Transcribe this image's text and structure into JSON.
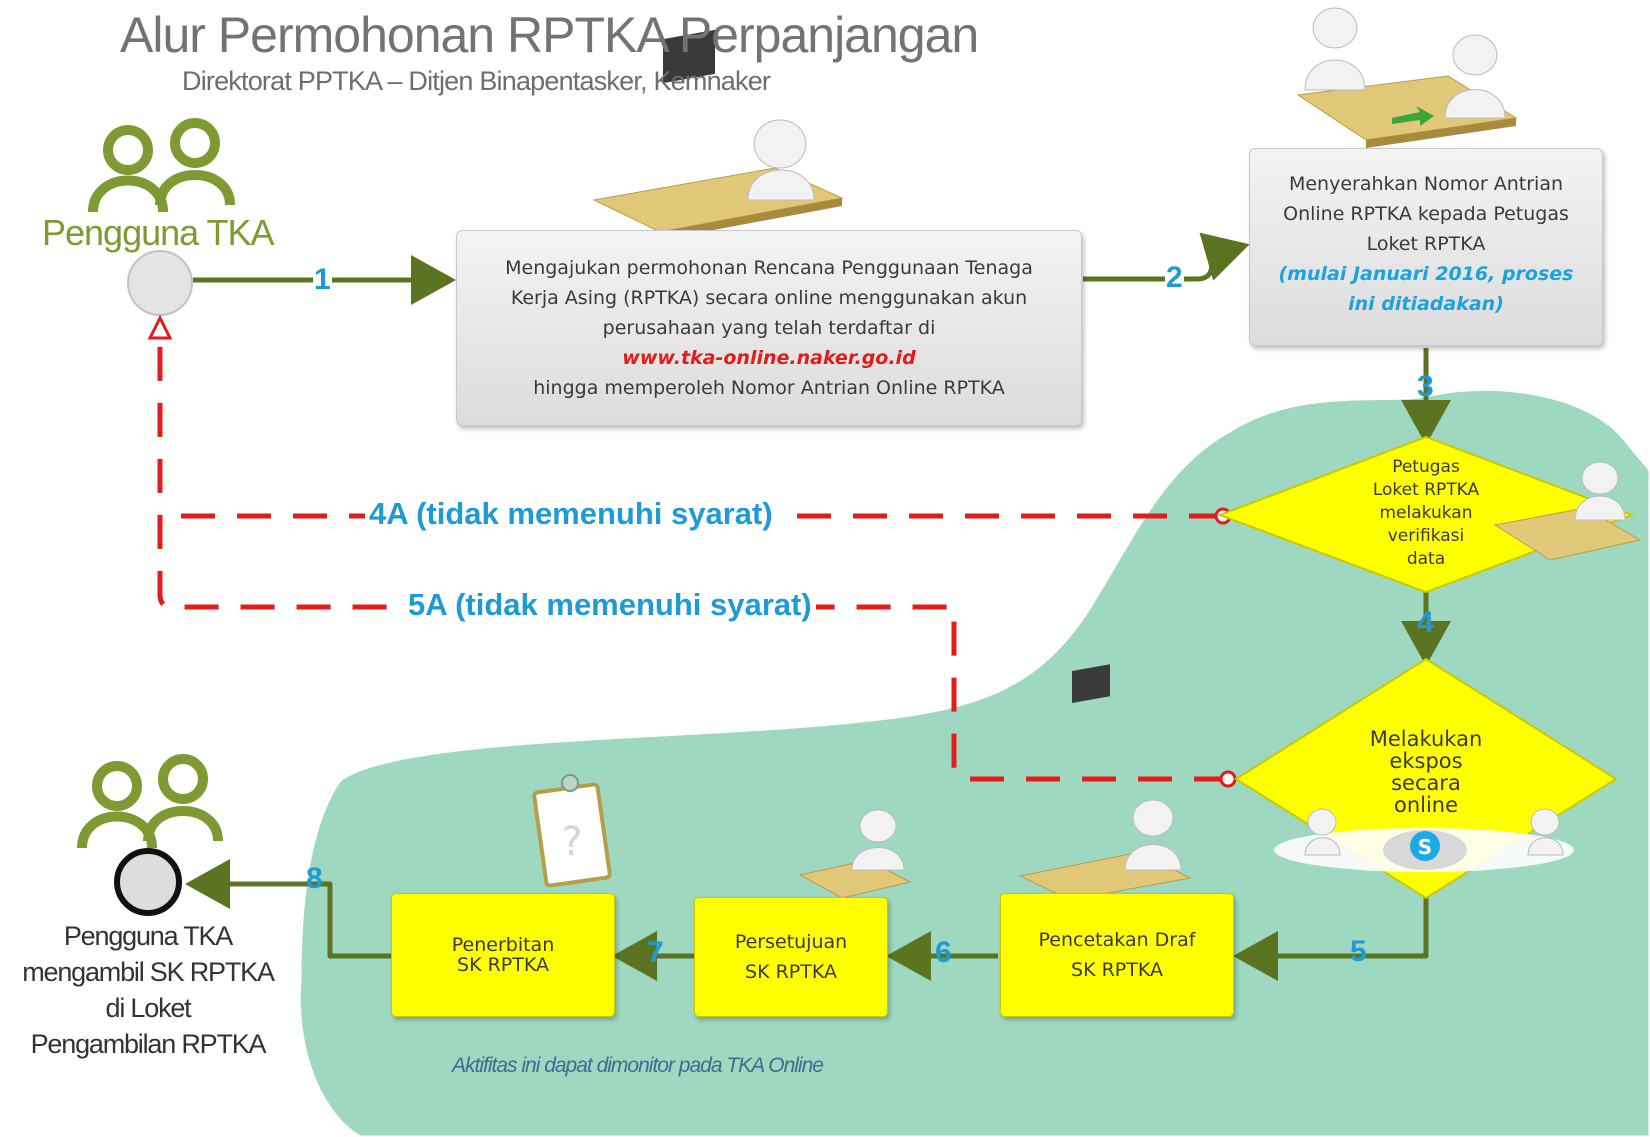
{
  "header": {
    "title": "Alur Permohonan RPTKA Perpanjangan",
    "subtitle": "Direktorat PPTKA – Ditjen Binapentasker, Kemnaker"
  },
  "actors": {
    "user_label": "Pengguna TKA",
    "final_label_lines": [
      "Pengguna TKA",
      "mengambil SK RPTKA",
      "di Loket",
      "Pengambilan RPTKA"
    ]
  },
  "steps": {
    "submit": {
      "line1": "Mengajukan permohonan Rencana Penggunaan Tenaga",
      "line2": "Kerja Asing (RPTKA) secara online menggunakan akun",
      "line3": "perusahaan yang telah terdaftar di",
      "url": "www.tka-online.naker.go.id",
      "line5": "hingga memperoleh Nomor Antrian Online RPTKA"
    },
    "handover": {
      "line1": "Menyerahkan Nomor Antrian",
      "line2": "Online RPTKA kepada Petugas",
      "line3": "Loket RPTKA",
      "note": "(mulai Januari 2016, proses ini ditiadakan)"
    },
    "verify": {
      "lines": [
        "Petugas",
        "Loket RPTKA",
        "melakukan",
        "verifikasi",
        "data"
      ]
    },
    "expose": {
      "lines": [
        "Melakukan",
        "ekspos",
        "secara",
        "online"
      ]
    },
    "print": {
      "line1": "Pencetakan Draf",
      "line2": "SK RPTKA"
    },
    "approve": {
      "line1": "Persetujuan",
      "line2": "SK RPTKA"
    },
    "issue": {
      "line1": "Penerbitan",
      "line2": "SK RPTKA"
    }
  },
  "numbers": {
    "s1": "1",
    "s2": "2",
    "s3": "3",
    "s4": "4",
    "s5": "5",
    "s6": "6",
    "s7": "7",
    "s8": "8"
  },
  "rejections": {
    "r4a": "4A (tidak memenuhi syarat)",
    "r5a": "5A (tidak memenuhi syarat)"
  },
  "note": "Aktifitas ini dapat dimonitor pada TKA Online",
  "colors": {
    "flow_green": "#5b7422",
    "reject_red": "#e21b1b",
    "step_blue": "#1e9ad6",
    "online_area": "#9fd8c1",
    "task_yellow": "#ffff00",
    "actor_green": "#7f9a32"
  }
}
